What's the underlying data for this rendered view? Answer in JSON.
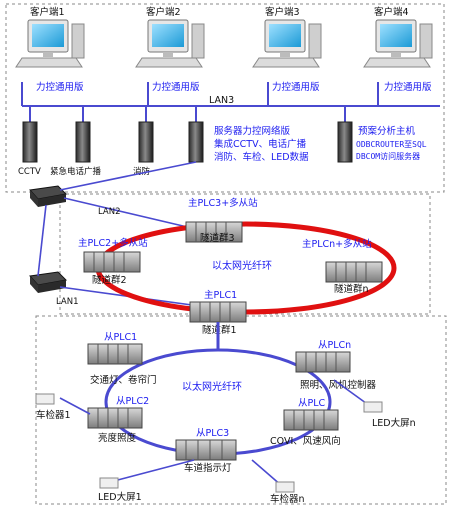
{
  "clients": [
    {
      "label": "客户端1",
      "software": "力控通用版"
    },
    {
      "label": "客户端2",
      "software": "力控通用版"
    },
    {
      "label": "客户端3",
      "software": "力控通用版"
    },
    {
      "label": "客户端4",
      "software": "力控通用版"
    }
  ],
  "lan3": "LAN3",
  "lan2": "LAN2",
  "lan1": "LAN1",
  "servers": [
    {
      "label": "CCTV"
    },
    {
      "label": "紧急电话广播"
    },
    {
      "label": "消防"
    }
  ],
  "main_server": {
    "line1": "服务器力控网络版",
    "line2": "集成CCTV、电话广播",
    "line3": "消防、车检、LED数据"
  },
  "analysis_server": {
    "line1": "预案分析主机",
    "line2": "ODBCROUTER至SQL",
    "line3": "DBCOM访问服务器"
  },
  "upper_ring": {
    "label": "以太网光纤环",
    "nodes": [
      {
        "title": "主PLC3+多从站",
        "name": "隧道群3"
      },
      {
        "title": "主PLC2+多从站",
        "name": "隧道群2"
      },
      {
        "title": "主PLCn+多从站",
        "name": "隧道群n"
      },
      {
        "title": "主PLC1",
        "name": "隧道群1"
      }
    ]
  },
  "lower_ring": {
    "label": "以太网光纤环",
    "nodes": [
      {
        "title": "从PLC1",
        "name": "交通灯、卷帘门"
      },
      {
        "title": "从PLCn",
        "name": "照明、风机控制器"
      },
      {
        "title": "从PLC2",
        "name": "亮度照度"
      },
      {
        "title": "从PLC",
        "name": "COVI、风速风向"
      },
      {
        "title": "从PLC3",
        "name": "车道指示灯"
      }
    ],
    "devices": [
      {
        "name": "车检器1"
      },
      {
        "name": "LED大屏n"
      },
      {
        "name": "LED大屏1"
      },
      {
        "name": "车检器n"
      }
    ]
  },
  "colors": {
    "text_blue": "#1d1df0",
    "link_blue": "#4a4ad0",
    "ring_red": "#e01010"
  }
}
